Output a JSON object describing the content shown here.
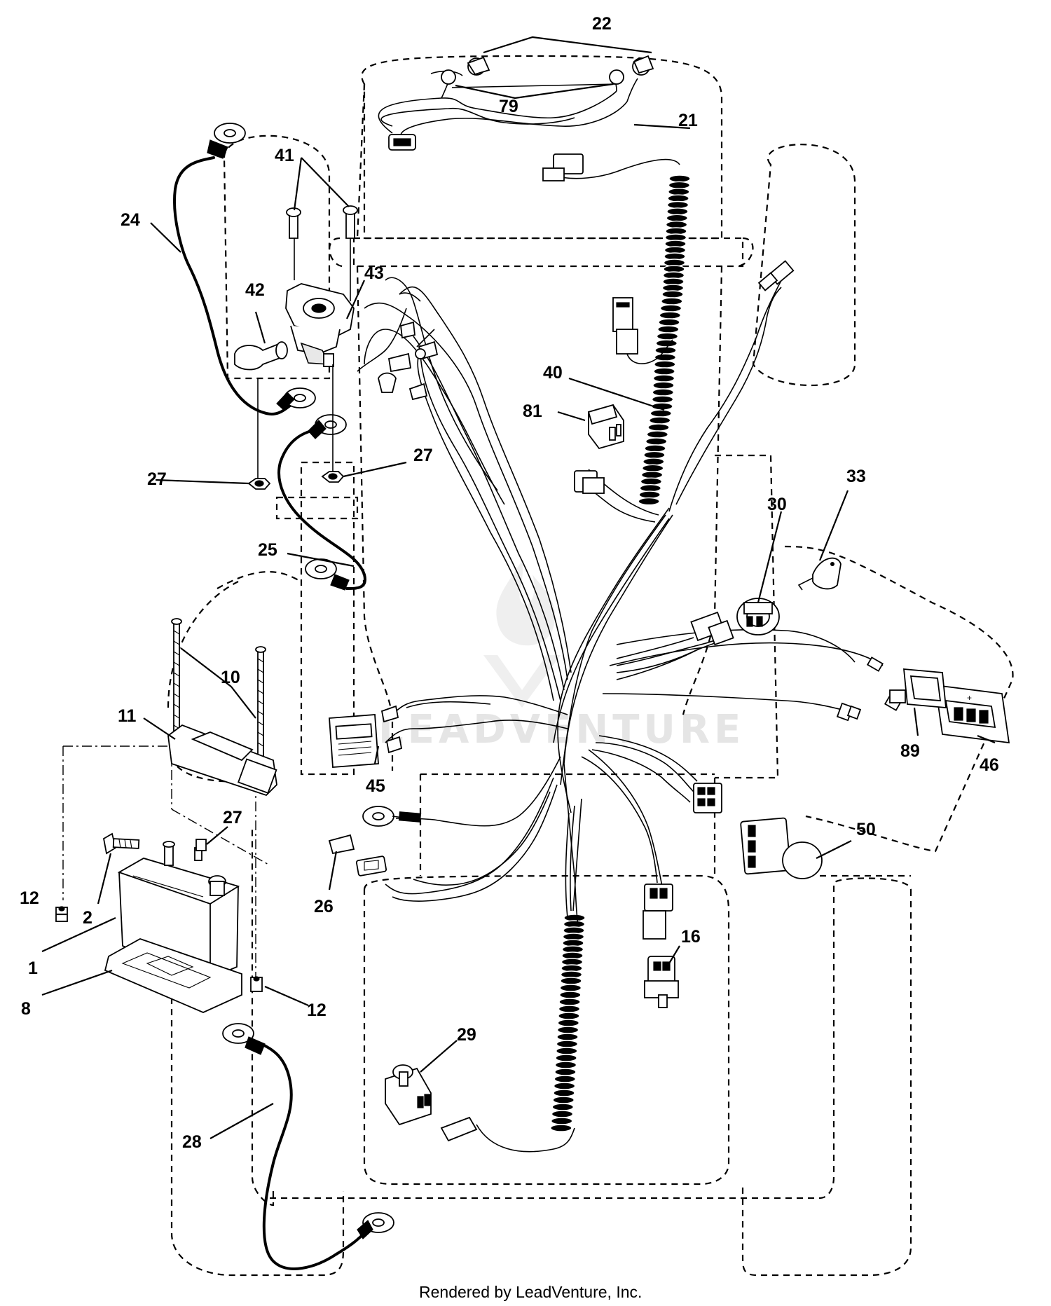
{
  "callouts": {
    "c1": "1",
    "c2": "2",
    "c8": "8",
    "c10": "10",
    "c11": "11",
    "c12a": "12",
    "c12b": "12",
    "c16": "16",
    "c21": "21",
    "c22": "22",
    "c24": "24",
    "c25": "25",
    "c26": "26",
    "c27a": "27",
    "c27b": "27",
    "c27c": "27",
    "c28": "28",
    "c29": "29",
    "c30": "30",
    "c33": "33",
    "c40": "40",
    "c41": "41",
    "c42": "42",
    "c43": "43",
    "c45": "45",
    "c46": "46",
    "c50": "50",
    "c79": "79",
    "c81": "81",
    "c89": "89"
  },
  "footer": "Rendered by LeadVenture, Inc.",
  "watermark": "LEADVENTURE"
}
